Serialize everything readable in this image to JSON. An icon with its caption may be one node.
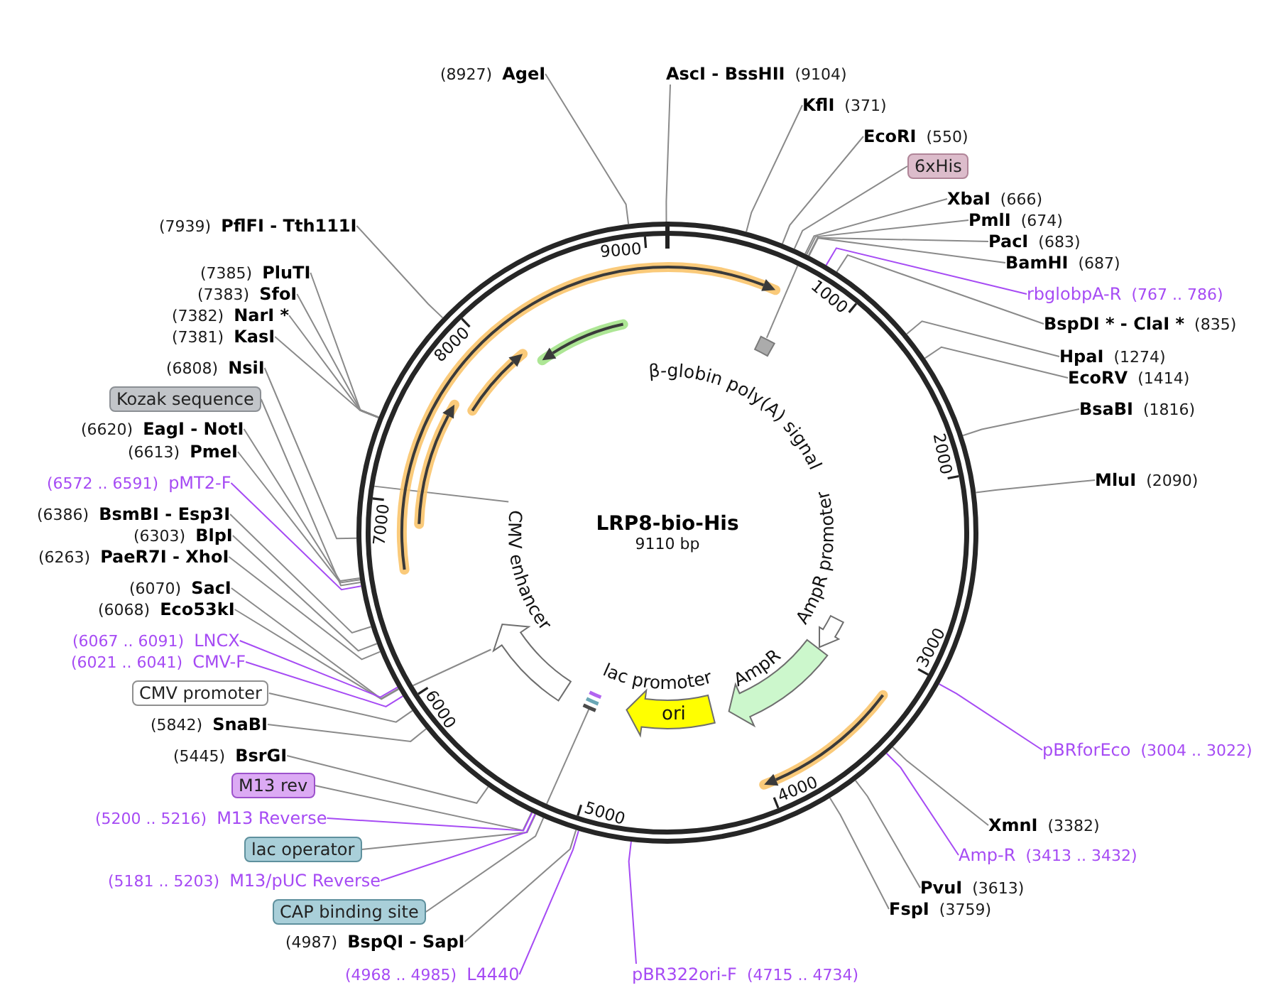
{
  "diagram": {
    "nodes": [
      {
        "text": [
          "LRP8-bio-His",
          "9110 bp"
        ]
      },
      {
        "text": [
          "β-globin poly(A) signal"
        ],
        "in": 0
      },
      {
        "text": [
          "CMV enhancer"
        ],
        "in": 0
      },
      {
        "text": [
          "AmpR promoter"
        ],
        "in": 0
      },
      {
        "text": [
          "AmpR"
        ],
        "in": 0
      },
      {
        "text": [
          "lac promoter"
        ],
        "in": 0
      },
      {
        "text": [
          "ori"
        ],
        "in": 0
      },
      {
        "text": [
          "(8927)",
          "AgeI"
        ]
      },
      {
        "text": [
          "AscI - BssHII",
          "(9104)"
        ]
      },
      {
        "text": [
          "KflI",
          "(371)"
        ]
      },
      {
        "text": [
          "EcoRI",
          "(550)"
        ]
      },
      {
        "text": [
          "6xHis"
        ]
      },
      {
        "text": [
          "XbaI",
          "(666)"
        ]
      },
      {
        "text": [
          "PmlI",
          "(674)"
        ]
      },
      {
        "text": [
          "PacI",
          "(683)"
        ]
      },
      {
        "text": [
          "BamHI",
          "(687)"
        ]
      },
      {
        "text": [
          "rbglobpA-R",
          "(767 .. 786)"
        ]
      },
      {
        "text": [
          "BspDI * - ClaI *",
          "(835)"
        ]
      },
      {
        "text": [
          "HpaI",
          "(1274)"
        ]
      },
      {
        "text": [
          "EcoRV",
          "(1414)"
        ]
      },
      {
        "text": [
          "BsaBI",
          "(1816)"
        ]
      },
      {
        "text": [
          "MluI",
          "(2090)"
        ]
      },
      {
        "text": [
          "pBRforEco",
          "(3004 .. 3022)"
        ]
      },
      {
        "text": [
          "XmnI",
          "(3382)"
        ]
      },
      {
        "text": [
          "Amp-R",
          "(3413 .. 3432)"
        ]
      },
      {
        "text": [
          "PvuI",
          "(3613)"
        ]
      },
      {
        "text": [
          "FspI",
          "(3759)"
        ]
      },
      {
        "text": [
          "(4968 .. 4985)",
          "L4440"
        ]
      },
      {
        "text": [
          "pBR322ori-F",
          "(4715 .. 4734)"
        ]
      },
      {
        "text": [
          "(7939)",
          "PflFI - Tth111I"
        ]
      },
      {
        "text": [
          "(7385)",
          "PluTI"
        ]
      },
      {
        "text": [
          "(7383)",
          "SfoI"
        ]
      },
      {
        "text": [
          "(7382)",
          "NarI *"
        ]
      },
      {
        "text": [
          "(7381)",
          "KasI"
        ]
      },
      {
        "text": [
          "(6808)",
          "NsiI"
        ]
      },
      {
        "text": [
          "Kozak sequence"
        ]
      },
      {
        "text": [
          "(6620)",
          "EagI - NotI"
        ]
      },
      {
        "text": [
          "(6613)",
          "PmeI"
        ]
      },
      {
        "text": [
          "(6572 .. 6591)",
          "pMT2-F"
        ]
      },
      {
        "text": [
          "(6386)",
          "BsmBI - Esp3I"
        ]
      },
      {
        "text": [
          "(6303)",
          "BlpI"
        ]
      },
      {
        "text": [
          "(6263)",
          "PaeR7I - XhoI"
        ]
      },
      {
        "text": [
          "(6070)",
          "SacI"
        ]
      },
      {
        "text": [
          "(6068)",
          "Eco53kI"
        ]
      },
      {
        "text": [
          "(6067 .. 6091)",
          "LNCX"
        ]
      },
      {
        "text": [
          "(6021 .. 6041)",
          "CMV-F"
        ]
      },
      {
        "text": [
          "CMV promoter"
        ]
      },
      {
        "text": [
          "(5842)",
          "SnaBI"
        ]
      },
      {
        "text": [
          "(5445)",
          "BsrGI"
        ]
      },
      {
        "text": [
          "M13 rev"
        ]
      },
      {
        "text": [
          "(5200 .. 5216)",
          "M13 Reverse"
        ]
      },
      {
        "text": [
          "lac operator"
        ]
      },
      {
        "text": [
          "(5181 .. 5203)",
          "M13/pUC Reverse"
        ]
      },
      {
        "text": [
          "CAP binding site"
        ]
      },
      {
        "text": [
          "(4987)",
          "BspQI - SapI"
        ]
      }
    ],
    "edges": [
      {
        "from": 1,
        "to": 0,
        "arrow": "none"
      },
      {
        "from": 2,
        "to": 0,
        "arrow": "none"
      },
      {
        "from": 2,
        "to": 0,
        "arrow": "none"
      },
      {
        "from": 5,
        "to": 0,
        "arrow": "none"
      },
      {
        "from": 7,
        "to": 0,
        "arrow": "none"
      },
      {
        "from": 8,
        "to": 0,
        "arrow": "none"
      },
      {
        "from": 9,
        "to": 0,
        "arrow": "none"
      },
      {
        "from": 10,
        "to": 0,
        "arrow": "none"
      },
      {
        "from": 11,
        "to": 0,
        "arrow": "none"
      },
      {
        "from": 12,
        "to": 0,
        "arrow": "none"
      },
      {
        "from": 13,
        "to": 0,
        "arrow": "none"
      },
      {
        "from": 14,
        "to": 0,
        "arrow": "none"
      },
      {
        "from": 15,
        "to": 0,
        "arrow": "none"
      },
      {
        "from": 16,
        "to": 0,
        "arrow": "none",
        "color": "#a64bf4"
      },
      {
        "from": 17,
        "to": 0,
        "arrow": "none"
      },
      {
        "from": 18,
        "to": 0,
        "arrow": "none"
      },
      {
        "from": 19,
        "to": 0,
        "arrow": "none"
      },
      {
        "from": 20,
        "to": 0,
        "arrow": "none"
      },
      {
        "from": 21,
        "to": 0,
        "arrow": "none"
      },
      {
        "from": 22,
        "to": 0,
        "arrow": "none",
        "color": "#a64bf4"
      },
      {
        "from": 23,
        "to": 0,
        "arrow": "none"
      },
      {
        "from": 24,
        "to": 0,
        "arrow": "none",
        "color": "#a64bf4"
      },
      {
        "from": 25,
        "to": 0,
        "arrow": "none"
      },
      {
        "from": 26,
        "to": 0,
        "arrow": "none"
      },
      {
        "from": 27,
        "to": 0,
        "arrow": "none",
        "color": "#a64bf4"
      },
      {
        "from": 28,
        "to": 0,
        "arrow": "none",
        "color": "#a64bf4"
      },
      {
        "from": 29,
        "to": 0,
        "arrow": "none"
      },
      {
        "from": 30,
        "to": 0,
        "arrow": "none"
      },
      {
        "from": 31,
        "to": 0,
        "arrow": "none"
      },
      {
        "from": 32,
        "to": 0,
        "arrow": "none"
      },
      {
        "from": 33,
        "to": 0,
        "arrow": "none"
      },
      {
        "from": 34,
        "to": 0,
        "arrow": "none"
      },
      {
        "from": 35,
        "to": 0,
        "arrow": "none"
      },
      {
        "from": 36,
        "to": 0,
        "arrow": "none"
      },
      {
        "from": 37,
        "to": 0,
        "arrow": "none"
      },
      {
        "from": 38,
        "to": 0,
        "arrow": "none",
        "color": "#a64bf4"
      },
      {
        "from": 39,
        "to": 0,
        "arrow": "none"
      },
      {
        "from": 40,
        "to": 0,
        "arrow": "none"
      },
      {
        "from": 41,
        "to": 0,
        "arrow": "none"
      },
      {
        "from": 42,
        "to": 0,
        "arrow": "none"
      },
      {
        "from": 43,
        "to": 0,
        "arrow": "none"
      },
      {
        "from": 44,
        "to": 0,
        "arrow": "none",
        "color": "#a64bf4"
      },
      {
        "from": 45,
        "to": 0,
        "arrow": "none",
        "color": "#a64bf4"
      },
      {
        "from": 46,
        "to": 0,
        "arrow": "none"
      },
      {
        "from": 47,
        "to": 0,
        "arrow": "none"
      },
      {
        "from": 48,
        "to": 0,
        "arrow": "none"
      },
      {
        "from": 49,
        "to": 0,
        "arrow": "none"
      },
      {
        "from": 50,
        "to": 0,
        "arrow": "none",
        "color": "#a64bf4"
      },
      {
        "from": 51,
        "to": 0,
        "arrow": "none"
      },
      {
        "from": 52,
        "to": 0,
        "arrow": "none",
        "color": "#a64bf4"
      },
      {
        "from": 53,
        "to": 0,
        "arrow": "none"
      },
      {
        "from": 54,
        "to": 0,
        "arrow": "none"
      }
    ],
    "labels": [
      "1000",
      "2000",
      "3000",
      "4000",
      "5000",
      "6000",
      "7000",
      "8000",
      "9000"
    ]
  }
}
